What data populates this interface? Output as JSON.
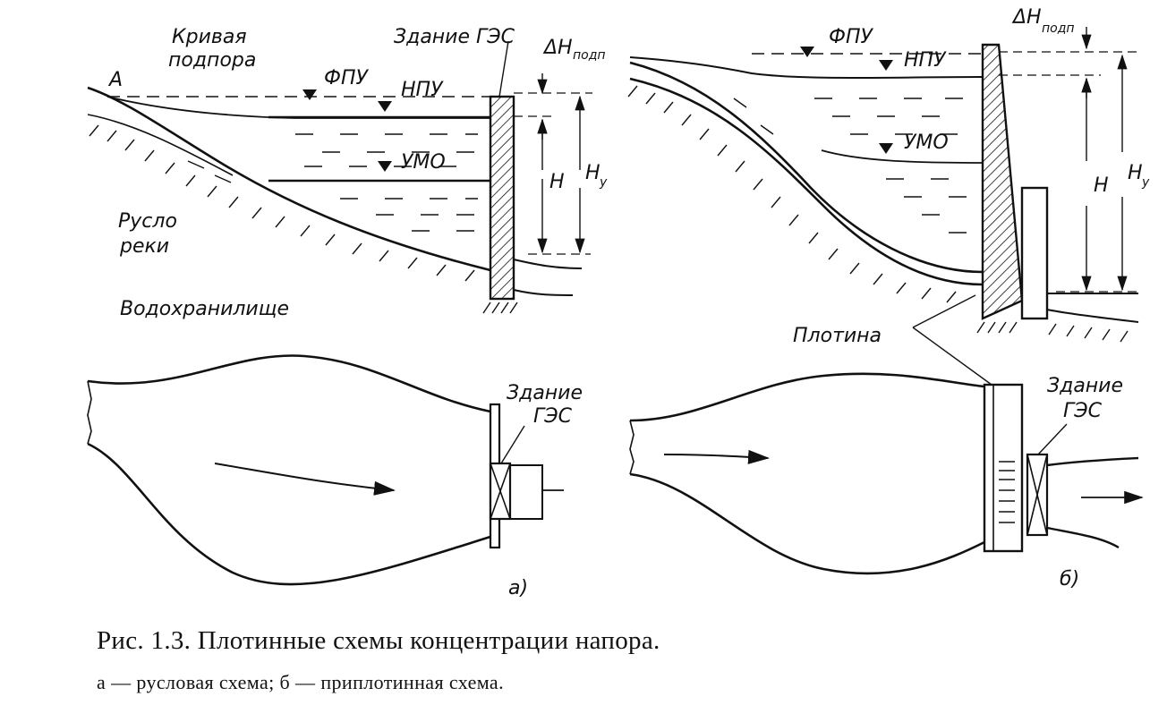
{
  "labels": {
    "a_curve_1": "Кривая",
    "a_curve_2": "подпора",
    "a_point": "A",
    "a_building": "Здание ГЭС",
    "a_fpu": "ФПУ",
    "a_npu": "НПУ",
    "a_umo": "УМО",
    "a_dh_main": "ΔH",
    "a_dh_sub": "подп",
    "a_h": "H",
    "a_hy_main": "H",
    "a_hy_sub": "у",
    "a_river_1": "Русло",
    "a_river_2": "реки",
    "a_reservoir": "Водохранилище",
    "b_fpu": "ФПУ",
    "b_npu": "НПУ",
    "b_umo": "УМО",
    "b_dh_main": "ΔH",
    "b_dh_sub": "подп",
    "b_h": "H",
    "b_hy_main": "H",
    "b_hy_sub": "у",
    "b_dam": "Плотина",
    "plan_a_building_1": "Здание",
    "plan_a_building_2": "ГЭС",
    "plan_b_building_1": "Здание",
    "plan_b_building_2": "ГЭС",
    "fig_a": "а)",
    "fig_b": "б)"
  },
  "caption": {
    "title": "Рис. 1.3. Плотинные схемы концентрации напора.",
    "subtitle": "а — русловая схема; б — приплотинная схема."
  }
}
